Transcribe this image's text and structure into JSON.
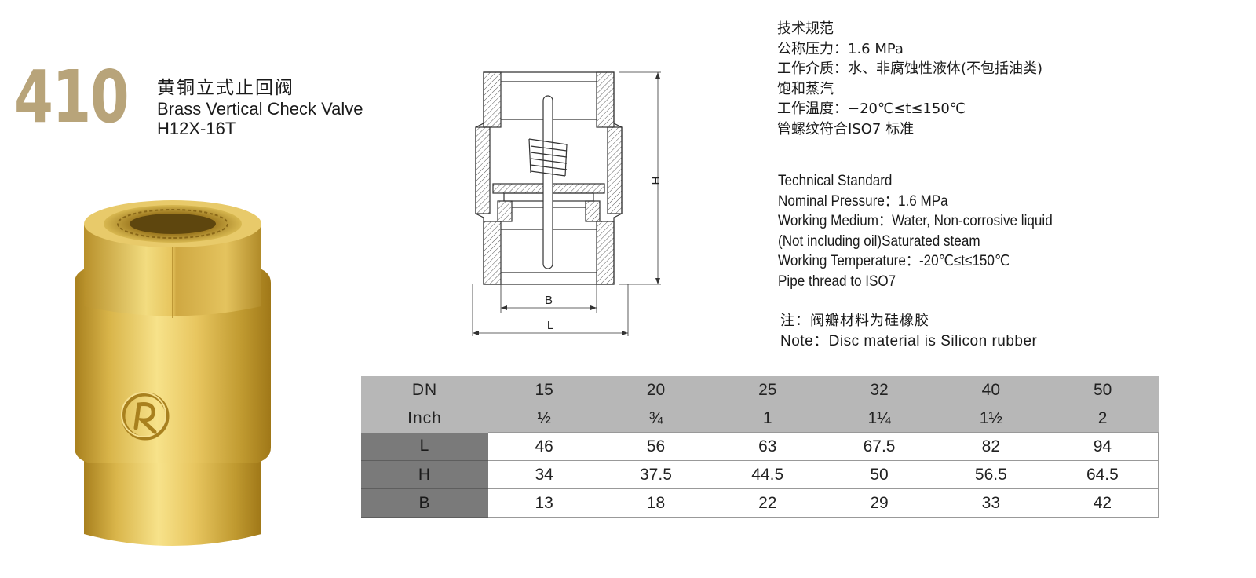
{
  "header": {
    "model_number": "410",
    "title_cn": "黄铜立式止回阀",
    "title_en": "Brass Vertical Check Valve",
    "model_code": "H12X-16T"
  },
  "drawing": {
    "label_h": "H",
    "label_b": "B",
    "label_l": "L"
  },
  "spec_cn": {
    "heading": "技术规范",
    "pressure": "公称压力：1.6 MPa",
    "medium": "工作介质：水、非腐蚀性液体(不包括油类)",
    "medium_cont": "饱和蒸汽",
    "temperature": "工作温度：−20℃≤t≤150℃",
    "thread": "管螺纹符合ISO7 标准"
  },
  "spec_en": {
    "heading": "Technical Standard",
    "pressure": "Nominal Pressure：1.6 MPa",
    "medium": "Working Medium：Water, Non-corrosive liquid",
    "medium_cont": "(Not including oil)Saturated steam",
    "temperature": "Working Temperature：-20℃≤t≤150℃",
    "thread": "Pipe thread to ISO7"
  },
  "note": {
    "cn": "注：阀瓣材料为硅橡胶",
    "en": "Note：Disc material  is Silicon rubber"
  },
  "table": {
    "rows": [
      {
        "label": "DN",
        "values": [
          "15",
          "20",
          "25",
          "32",
          "40",
          "50"
        ]
      },
      {
        "label": "Inch",
        "values": [
          "½",
          "¾",
          "1",
          "1¼",
          "1½",
          "2"
        ]
      },
      {
        "label": "L",
        "values": [
          "46",
          "56",
          "63",
          "67.5",
          "82",
          "94"
        ]
      },
      {
        "label": "H",
        "values": [
          "34",
          "37.5",
          "44.5",
          "50",
          "56.5",
          "64.5"
        ]
      },
      {
        "label": "B",
        "values": [
          "13",
          "18",
          "22",
          "29",
          "33",
          "42"
        ]
      }
    ]
  },
  "colors": {
    "model_number": "#b8a47a",
    "brass_light": "#f0d678",
    "brass_dark": "#a8801e",
    "table_header": "#b7b7b7",
    "table_label": "#7a7a7a"
  }
}
